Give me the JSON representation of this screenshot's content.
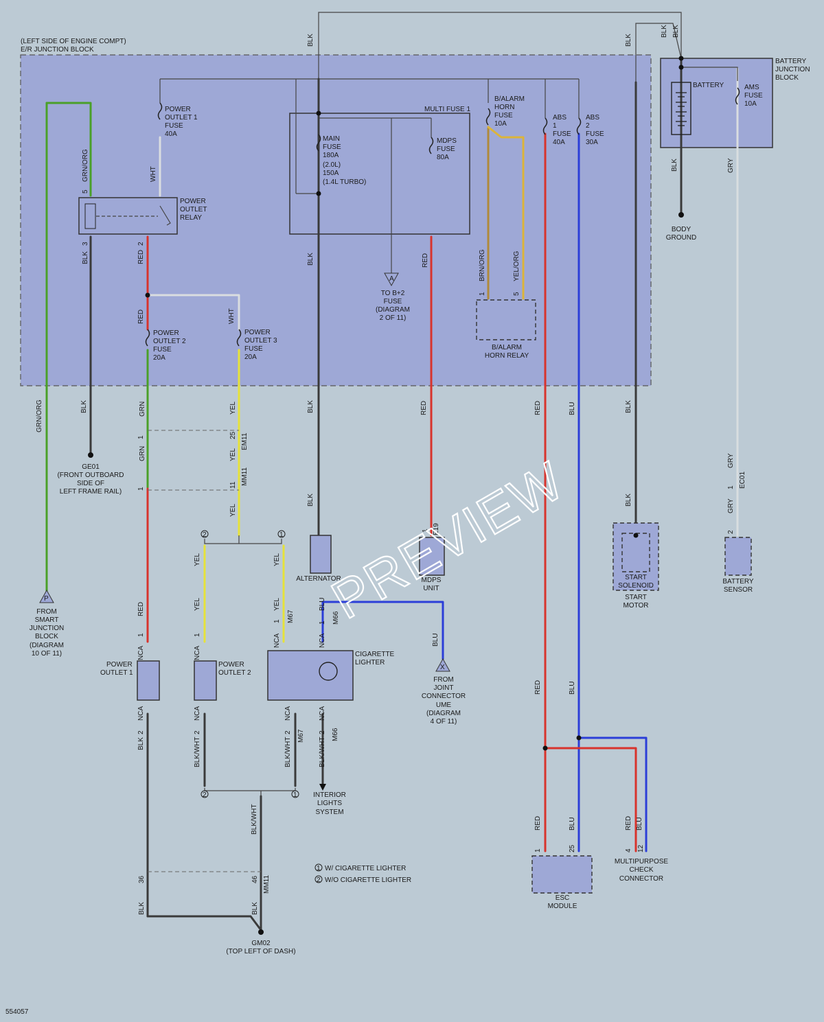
{
  "junction_block": {
    "title_line1": "(LEFT SIDE OF ENGINE COMPT)",
    "title_line2": "E/R JUNCTION BLOCK"
  },
  "battery_jb": {
    "l1": "BATTERY",
    "l2": "JUNCTION",
    "l3": "BLOCK",
    "battery": "BATTERY",
    "ams": [
      "AMS",
      "FUSE",
      "10A"
    ]
  },
  "body_ground": [
    "BODY",
    "GROUND"
  ],
  "multi_fuse": {
    "title": "MULTI FUSE 1",
    "main": [
      "MAIN",
      "FUSE",
      "180A",
      "(2.0L)",
      "150A",
      "(1.4L TURBO)"
    ],
    "mdps": [
      "MDPS",
      "FUSE",
      "80A"
    ]
  },
  "fuses": {
    "po1": [
      "POWER",
      "OUTLET 1",
      "FUSE",
      "40A"
    ],
    "po2": [
      "POWER",
      "OUTLET 2",
      "FUSE",
      "20A"
    ],
    "po3": [
      "POWER",
      "OUTLET 3",
      "FUSE",
      "20A"
    ],
    "horn": [
      "B/ALARM",
      "HORN",
      "FUSE",
      "10A"
    ],
    "abs1": [
      "ABS",
      "1",
      "FUSE",
      "40A"
    ],
    "abs2": [
      "ABS",
      "2",
      "FUSE",
      "30A"
    ]
  },
  "relay": [
    "POWER",
    "OUTLET",
    "RELAY"
  ],
  "horn_relay": [
    "B/ALARM",
    "HORN RELAY"
  ],
  "to_b2": [
    "TO B+2",
    "FUSE",
    "(DIAGRAM",
    "2 OF 11)"
  ],
  "ge01": [
    "GE01",
    "(FRONT OUTBOARD",
    "SIDE OF",
    "LEFT FRAME RAIL)"
  ],
  "from_sjb": [
    "FROM",
    "SMART",
    "JUNCTION",
    "BLOCK",
    "(DIAGRAM",
    "10 OF 11)"
  ],
  "from_joint": [
    "FROM",
    "JOINT",
    "CONNECTOR",
    "UME",
    "(DIAGRAM",
    "4 OF 11)"
  ],
  "components": {
    "alternator": "ALTERNATOR",
    "mdps_unit": [
      "MDPS",
      "UNIT"
    ],
    "start_motor": [
      "START",
      "SOLENOID",
      "START",
      "MOTOR"
    ],
    "battery_sensor": [
      "BATTERY",
      "SENSOR"
    ],
    "outlet1": [
      "POWER",
      "OUTLET 1"
    ],
    "outlet2": [
      "POWER",
      "OUTLET 2"
    ],
    "cigar": [
      "CIGARETTE",
      "LIGHTER"
    ],
    "interior": [
      "INTERIOR",
      "LIGHTS",
      "SYSTEM"
    ],
    "esc": [
      "ESC",
      "MODULE"
    ],
    "mpcc": [
      "MULTIPURPOSE",
      "CHECK",
      "CONNECTOR"
    ]
  },
  "gm02": [
    "GM02",
    "(TOP LEFT OF DASH)"
  ],
  "legend": [
    "W/ CIGARETTE LIGHTER",
    "W/O CIGARETTE LIGHTER"
  ],
  "diagram_id": "554057",
  "watermark": "PREVIEW",
  "wires": {
    "blk": "BLK",
    "red": "RED",
    "grn": "GRN",
    "yel": "YEL",
    "blu": "BLU",
    "wht": "WHT",
    "gry": "GRY",
    "grnorg": "GRN/ORG",
    "yelorg": "YEL/ORG",
    "brnorg": "BRN/ORG",
    "blkwht": "BLK/WHT"
  },
  "connectors": {
    "em11": "EM11",
    "mm11": "MM11",
    "e19": "E19",
    "ec01": "EC01",
    "m67": "M67",
    "m66": "M66",
    "nca": "NCA"
  },
  "pins": {
    "p1": "1",
    "p2": "2",
    "p3": "3",
    "p5": "5",
    "p4": "4",
    "p11": "11",
    "p12": "12",
    "p25": "25",
    "p36": "36",
    "p46": "46"
  },
  "markers": {
    "c1": "1",
    "c2": "2",
    "p": "P",
    "x": "X",
    "a": "A"
  },
  "colors": {
    "red": "#d8332c",
    "blue": "#2b3ed8",
    "green": "#4aa028",
    "yellow": "#e6e23a",
    "gold": "#dcb43a",
    "black": "#3a3a3a",
    "gray": "#8a8a8a",
    "lightgray": "#d9dde0",
    "olive": "#b08a3a",
    "bg": "#bccad4"
  }
}
